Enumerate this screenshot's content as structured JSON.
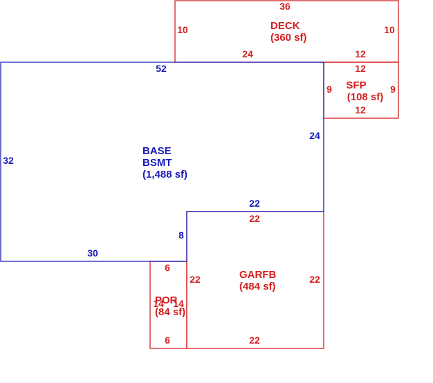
{
  "areas": {
    "deck": {
      "name": "DECK",
      "area": "(360 sf)",
      "color": "#d42020",
      "dims": {
        "top": "36",
        "left": "10",
        "right": "10",
        "bottom_left": "24",
        "bottom_right": "12"
      }
    },
    "sfp": {
      "name": "SFP",
      "area": "(108 sf)",
      "color": "#d42020",
      "dims": {
        "top": "12",
        "left": "9",
        "right": "9",
        "bottom": "12"
      }
    },
    "base": {
      "name_line1": "BASE",
      "name_line2": "BSMT",
      "area": "(1,488 sf)",
      "color": "#1a1ab8",
      "dims": {
        "top": "52",
        "left": "32",
        "right": "24",
        "step_top": "22",
        "step_side": "8",
        "bottom": "30"
      }
    },
    "garfb": {
      "name": "GARFB",
      "area": "(484 sf)",
      "color": "#d42020",
      "dims": {
        "top": "22",
        "left": "22",
        "right": "22",
        "bottom": "22"
      }
    },
    "por": {
      "name": "POR",
      "area": "(84 sf)",
      "color": "#d42020",
      "dims": {
        "top": "6",
        "left": "14",
        "right": "14",
        "bottom": "6"
      }
    }
  }
}
